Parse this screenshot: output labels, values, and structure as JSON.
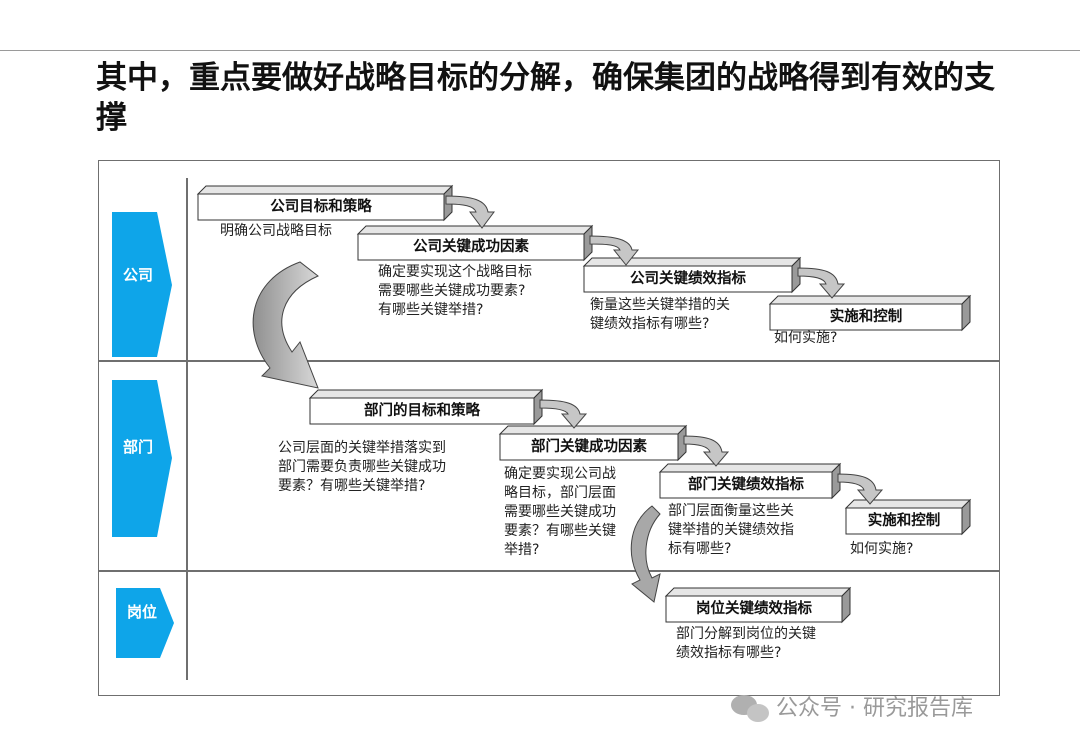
{
  "title": "其中，重点要做好战略目标的分解，确保集团的战略得到有效的支撑",
  "rows": {
    "company": "公司",
    "department": "部门",
    "position": "岗位"
  },
  "boxes": {
    "company_goal": "公司目标和策略",
    "company_ksf": "公司关键成功因素",
    "company_kpi": "公司关键绩效指标",
    "company_exec": "实施和控制",
    "dept_goal": "部门的目标和策略",
    "dept_ksf": "部门关键成功因素",
    "dept_kpi": "部门关键绩效指标",
    "dept_exec": "实施和控制",
    "pos_kpi": "岗位关键绩效指标"
  },
  "descriptions": {
    "company_goal": "明确公司战略目标",
    "company_ksf": [
      "确定要实现这个战略目标",
      "需要哪些关键成功要素?",
      "有哪些关键举措?"
    ],
    "company_kpi": [
      "衡量这些关键举措的关",
      "键绩效指标有哪些?"
    ],
    "company_exec": "如何实施?",
    "dept_goal": [
      "公司层面的关键举措落实到",
      "部门需要负责哪些关键成功",
      "要素？有哪些关键举措?"
    ],
    "dept_ksf": [
      "确定要实现公司战",
      "略目标，部门层面",
      "需要哪些关键成功",
      "要素？有哪些关键",
      "举措?"
    ],
    "dept_kpi": [
      "部门层面衡量这些关",
      "键举措的关键绩效指",
      "标有哪些?"
    ],
    "dept_exec": "如何实施?",
    "pos_kpi": [
      "部门分解到岗位的关键",
      "绩效指标有哪些?"
    ]
  },
  "watermark": "公众号 · 研究报告库",
  "colors": {
    "accent": "#0ea5e9",
    "box_fill": "#ffffff",
    "box_shade": "#bfbfbf",
    "arrow_fill": "#b3b3b3",
    "line": "#6f6f6f"
  }
}
